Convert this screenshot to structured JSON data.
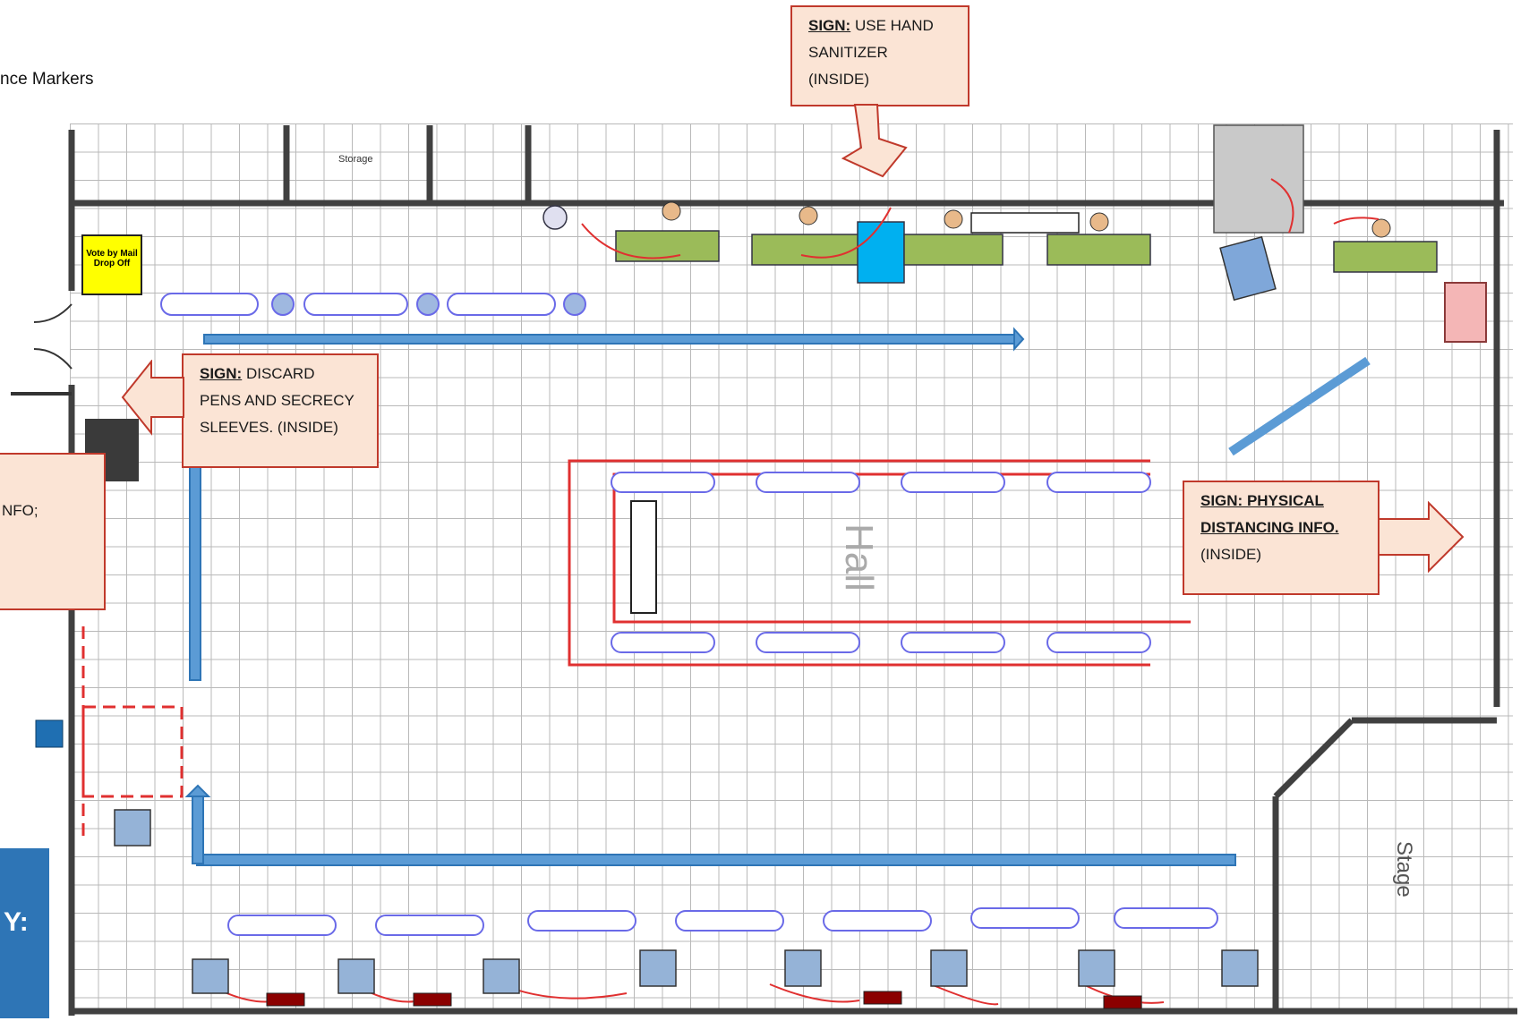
{
  "caption": "nce Markers",
  "storage_label": "Storage",
  "hall_label": "Hall",
  "stage_label": "Stage",
  "vote_by_mail_label": "Vote by Mail Drop Off",
  "left_box_text": "NFO;",
  "blue_box_text": "Y:",
  "signs": {
    "hand_sanitizer": {
      "title": "SIGN:",
      "text": " USE HAND",
      "line2": "SANITIZER",
      "line3": "(INSIDE)"
    },
    "discard_pens": {
      "title": "SIGN:",
      "text": "  DISCARD",
      "line2": "PENS AND SECRECY",
      "line3": "SLEEVES. (INSIDE)"
    },
    "physical_distancing": {
      "title": "SIGN: PHYSICAL",
      "line2": "DISTANCING INFO.",
      "line3": "(INSIDE)"
    }
  },
  "colors": {
    "callout_bg": "#fbe4d5",
    "callout_border": "#c0392b",
    "queue_blue": "#2e75b6",
    "desk_green": "#9bbb59",
    "kiosk_cyan": "#00b0f0",
    "wall": "#404040",
    "red_line": "#e03030"
  }
}
